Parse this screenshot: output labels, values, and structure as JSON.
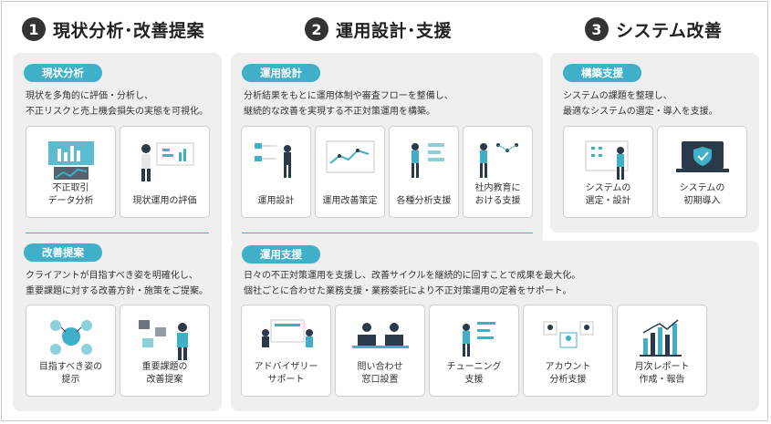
{
  "columns": [
    {
      "number": "1",
      "title": "現状分析･改善提案"
    },
    {
      "number": "2",
      "title": "運用設計･支援"
    },
    {
      "number": "3",
      "title": "システム改善"
    }
  ],
  "sections": {
    "genjo": {
      "pill": "現状分析",
      "desc": "現状を多角的に評価・分析し、\n不正リスクと売上機会損失の実態を可視化。",
      "cards": [
        "不正取引\nデータ分析",
        "現状運用の評価"
      ]
    },
    "kaizen": {
      "pill": "改善提案",
      "desc": "クライアントが目指すべき姿を明確化し、\n重要課題に対する改善方針・施策をご提案。",
      "cards": [
        "目指すべき姿の\n提示",
        "重要課題の\n改善提案"
      ]
    },
    "unyo_sekkei": {
      "pill": "運用設計",
      "desc": "分析結果をもとに運用体制や審査フローを整備し、\n継続的な改善を実現する不正対策運用を構築。",
      "cards": [
        "運用設計",
        "運用改善策定",
        "各種分析支援",
        "社内教育に\nおける支援"
      ]
    },
    "unyo_shien": {
      "pill": "運用支援",
      "desc": "日々の不正対策運用を支援し、改善サイクルを継続的に回すことで成果を最大化。\n個社ごとに合わせた業務支援・業務委託により不正対策運用の定着をサポート。",
      "cards": [
        "アドバイザリー\nサポート",
        "問い合わせ\n窓口設置",
        "チューニング\n支援",
        "アカウント\n分析支援",
        "月次レポート\n作成・報告"
      ]
    },
    "kochiku": {
      "pill": "構築支援",
      "desc": "システムの課題を整理し、\n最適なシステムの選定・導入を支援。",
      "cards": [
        "システムの\n選定・設計",
        "システムの\n初期導入"
      ]
    }
  },
  "colors": {
    "accent": "#3fb0c7",
    "panel": "#efefef",
    "dark": "#333333",
    "figure": "#2b3a4a"
  }
}
